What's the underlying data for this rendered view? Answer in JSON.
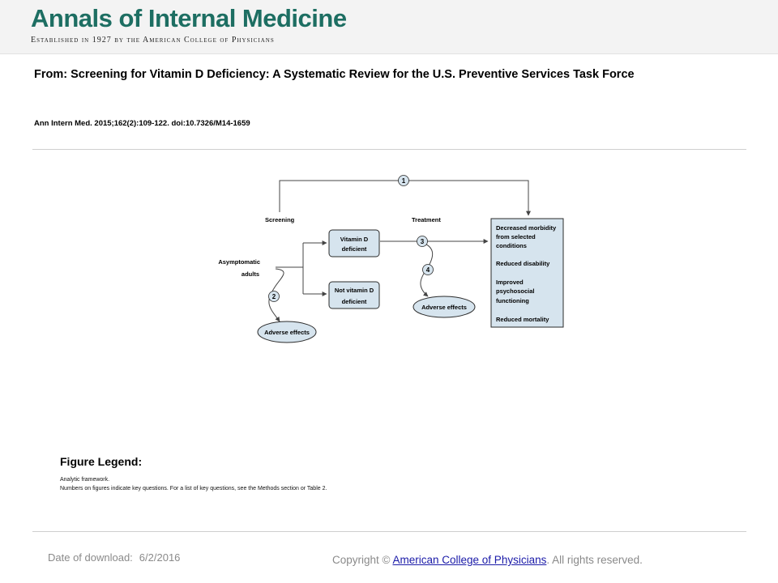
{
  "header": {
    "journal_title": "Annals of Internal Medicine",
    "journal_subtitle": "Established in 1927 by the American College of Physicians"
  },
  "article": {
    "title": "From: Screening for Vitamin D Deficiency: A Systematic Review for the U.S. Preventive Services Task Force",
    "citation": "Ann Intern Med. 2015;162(2):109-122. doi:10.7326/M14-1659"
  },
  "diagram": {
    "labels": {
      "screening": "Screening",
      "treatment": "Treatment",
      "population": [
        "Asymptomatic",
        "adults"
      ]
    },
    "nodes": {
      "vitamin_d_deficient": [
        "Vitamin D",
        "deficient"
      ],
      "not_vitamin_d_deficient": [
        "Not vitamin D",
        "deficient"
      ],
      "adverse_effects_screening": "Adverse effects",
      "adverse_effects_treatment": "Adverse effects"
    },
    "outcomes": [
      [
        "Decreased morbidity",
        "from selected",
        "conditions"
      ],
      [
        "Reduced disability"
      ],
      [
        "Improved",
        "psychosocial",
        "functioning"
      ],
      [
        "Reduced mortality"
      ]
    ],
    "key_questions": [
      "1",
      "2",
      "3",
      "4"
    ],
    "colors": {
      "box_fill": "#d6e4ee",
      "box_stroke": "#2b2b2b",
      "line": "#444444"
    }
  },
  "legend": {
    "heading": "Figure Legend:",
    "lines": [
      "Analytic framework.",
      "Numbers on figures indicate key questions. For a list of key questions, see the Methods section or Table 2."
    ]
  },
  "footer": {
    "date_label": "Date of download:",
    "date_value": "6/2/2016",
    "copyright_prefix": "Copyright ©",
    "copyright_link": "American College of Physicians",
    "copyright_suffix": ". All rights reserved."
  }
}
